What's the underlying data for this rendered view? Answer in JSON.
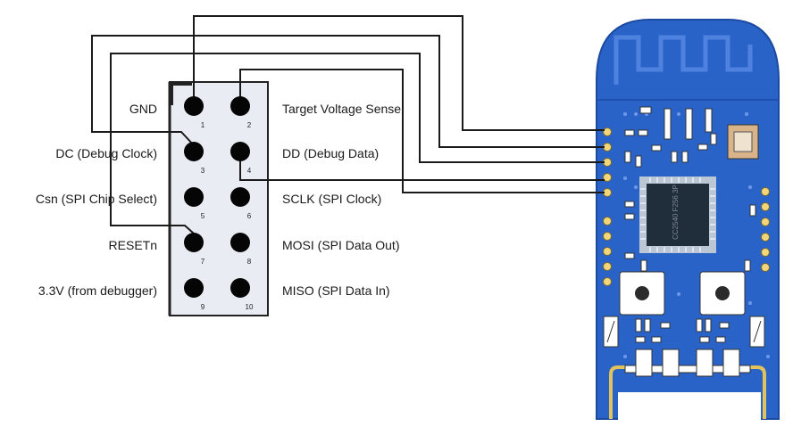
{
  "header": {
    "left_labels": [
      "GND",
      "DC (Debug Clock)",
      "Csn (SPI Chip Select)",
      "RESETn",
      "3.3V (from debugger)"
    ],
    "right_labels": [
      "Target Voltage Sense",
      "DD (Debug Data)",
      "SCLK (SPI Clock)",
      "MOSI (SPI Data Out)",
      "MISO (SPI Data In)"
    ],
    "pin_numbers": [
      "1",
      "2",
      "3",
      "4",
      "5",
      "6",
      "7",
      "8",
      "9",
      "10"
    ]
  },
  "board": {
    "chip_marking": "CC2540 F256 3P",
    "colors": {
      "pcb": "#2a63c8",
      "pcb_dark": "#1f4fa8",
      "chip": "#1f2e3a",
      "wire": "#1a1a1a",
      "connector_bg": "#e9ecf3"
    }
  }
}
